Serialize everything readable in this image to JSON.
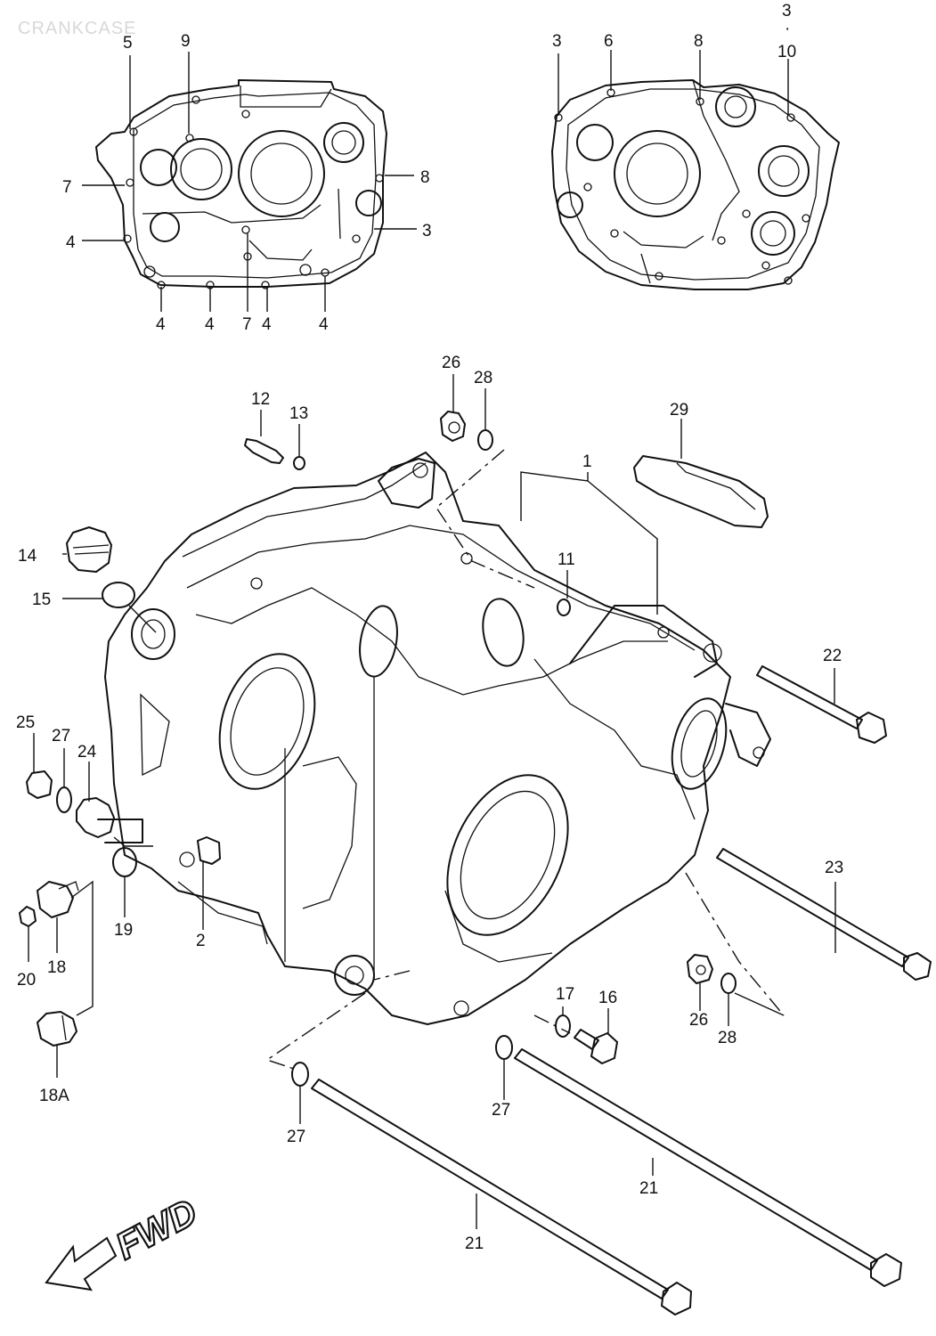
{
  "title": "CRANKCASE",
  "fwd_label": "FWD",
  "labels": {
    "left_top_5": "5",
    "left_top_9": "9",
    "left_7a": "7",
    "left_8": "8",
    "left_4a": "4",
    "left_3": "3",
    "left_4b": "4",
    "left_4c": "4",
    "left_7b": "7",
    "left_4d": "4",
    "left_4e": "4",
    "right_3a": "3",
    "right_6": "6",
    "right_8": "8",
    "right_3b": "3",
    "right_dot": "·",
    "right_10": "10",
    "p26a": "26",
    "p28a": "28",
    "p12": "12",
    "p13": "13",
    "p29": "29",
    "p1": "1",
    "p14": "14",
    "p15": "15",
    "p11": "11",
    "p22": "22",
    "p25": "25",
    "p27a": "27",
    "p24": "24",
    "p19": "19",
    "p2": "2",
    "p20": "20",
    "p18": "18",
    "p18a": "18A",
    "p23": "23",
    "p17": "17",
    "p16": "16",
    "p26b": "26",
    "p28b": "28",
    "p27b": "27",
    "p27c": "27",
    "p21a": "21",
    "p21b": "21"
  }
}
